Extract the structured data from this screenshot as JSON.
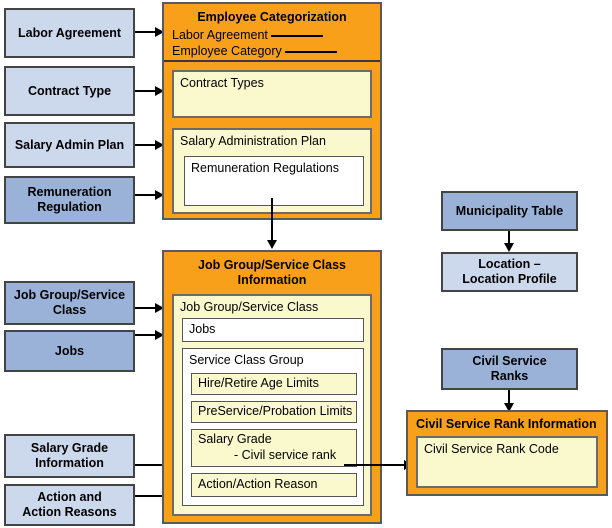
{
  "diagram": {
    "title": "Employee Categorization / Job Group Service Class data flow",
    "colors": {
      "accent_orange": "#f9a01b",
      "panel_yellow": "#faf8cd",
      "panel_white": "#ffffff",
      "blue_dark": "#9ab2d8",
      "blue_light": "#ccd9ed",
      "border": "#444444",
      "connector": "#000000"
    }
  },
  "left_sources": [
    {
      "id": "labor-agreement",
      "label": "Labor Agreement",
      "shade": "light"
    },
    {
      "id": "contract-type",
      "label": "Contract Type",
      "shade": "light"
    },
    {
      "id": "salary-admin-plan",
      "label": "Salary Admin Plan",
      "shade": "light"
    },
    {
      "id": "remuneration-regulation",
      "label": "Remuneration\nRegulation",
      "line1": "Remuneration",
      "line2": "Regulation",
      "shade": "dark"
    },
    {
      "id": "job-group-service-class",
      "label": "Job Group/Service Class",
      "line1": "Job Group/Service",
      "line2": "Class",
      "shade": "dark"
    },
    {
      "id": "jobs",
      "label": "Jobs",
      "shade": "dark"
    },
    {
      "id": "salary-grade-information",
      "label": "Salary Grade Information",
      "line1": "Salary Grade",
      "line2": "Information",
      "shade": "light"
    },
    {
      "id": "action-and-action-reasons",
      "label": "Action and Action Reasons",
      "line1": "Action and",
      "line2": "Action Reasons",
      "shade": "light"
    }
  ],
  "employee_categorization": {
    "title": "Employee Categorization",
    "fields": [
      {
        "label": "Labor Agreement",
        "value": ""
      },
      {
        "label": "Employee Category",
        "value": ""
      }
    ],
    "panels": [
      {
        "id": "contract-types",
        "label": "Contract Types",
        "fill": "yellow"
      },
      {
        "id": "salary-administration-plan",
        "label": "Salary Administration Plan",
        "fill": "yellow"
      },
      {
        "id": "remuneration-regulations",
        "label": "Remuneration Regulations",
        "fill": "white"
      }
    ]
  },
  "job_group_service_class_information": {
    "title_line1": "Job Group/Service Class",
    "title_line2": "Information",
    "panels": [
      {
        "id": "job-group-service-class-panel",
        "label": "Job Group/Service Class",
        "fill": "yellow"
      },
      {
        "id": "jobs-panel",
        "label": "Jobs",
        "fill": "white"
      },
      {
        "id": "service-class-group-panel",
        "label": "Service Class Group",
        "fill": "white"
      },
      {
        "id": "hire-retire-age-limits",
        "label": "Hire/Retire Age Limits",
        "fill": "yellow"
      },
      {
        "id": "preservice-probation-limits",
        "label": "PreService/Probation Limits",
        "fill": "yellow"
      },
      {
        "id": "salary-grade",
        "label": "Salary Grade",
        "fill": "yellow",
        "sub_label": "- Civil service rank"
      },
      {
        "id": "action-action-reason",
        "label": "Action/Action Reason",
        "fill": "yellow"
      }
    ]
  },
  "right_column": {
    "municipality_table": {
      "label": "Municipality Table",
      "shade": "dark"
    },
    "location_profile": {
      "line1": "Location –",
      "line2": "Location Profile",
      "shade": "light"
    },
    "civil_service_ranks": {
      "line1": "Civil Service",
      "line2": "Ranks",
      "shade": "dark"
    },
    "civil_service_rank_information": {
      "title": "Civil Service Rank Information",
      "panels": [
        {
          "id": "civil-service-rank-code",
          "label": "Civil Service Rank Code",
          "fill": "yellow"
        }
      ]
    }
  }
}
